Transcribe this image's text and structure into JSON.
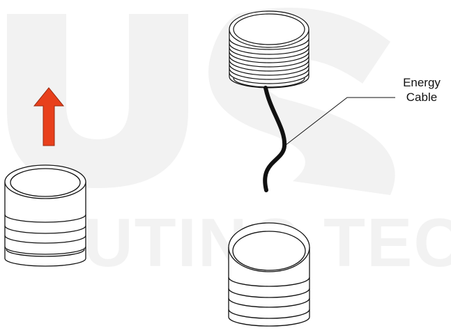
{
  "labels": {
    "energy_cable_line1": "Energy",
    "energy_cable_line2": "Cable"
  },
  "watermark_text": "UTING TECHN",
  "colors": {
    "arrow": "#e8401c",
    "arrow_edge": "#9a2a10",
    "outline": "#111111",
    "cable": "#111111",
    "watermark": "#f2f2f2"
  },
  "icons": {
    "up_arrow": "up-arrow-icon"
  }
}
